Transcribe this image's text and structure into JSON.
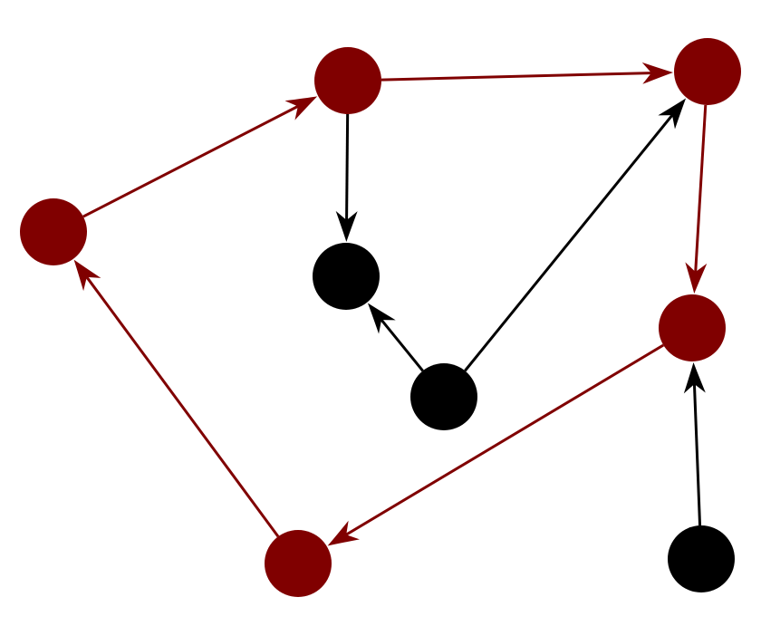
{
  "diagram": {
    "type": "directed-graph",
    "colors": {
      "red_node": "#800000",
      "black_node": "#000000",
      "red_edge": "#800000",
      "black_edge": "#000000",
      "background": "#ffffff"
    },
    "nodes": [
      {
        "id": "r_left",
        "color": "red"
      },
      {
        "id": "r_top",
        "color": "red"
      },
      {
        "id": "r_topright",
        "color": "red"
      },
      {
        "id": "r_right",
        "color": "red"
      },
      {
        "id": "r_bottom",
        "color": "red"
      },
      {
        "id": "b_center",
        "color": "black"
      },
      {
        "id": "b_middle",
        "color": "black"
      },
      {
        "id": "b_bottomright",
        "color": "black"
      }
    ],
    "edges": [
      {
        "from": "r_left",
        "to": "r_top",
        "color": "red"
      },
      {
        "from": "r_top",
        "to": "r_topright",
        "color": "red"
      },
      {
        "from": "r_topright",
        "to": "r_right",
        "color": "red"
      },
      {
        "from": "r_right",
        "to": "r_bottom",
        "color": "red"
      },
      {
        "from": "r_bottom",
        "to": "r_left",
        "color": "red"
      },
      {
        "from": "r_top",
        "to": "b_center",
        "color": "black"
      },
      {
        "from": "b_middle",
        "to": "b_center",
        "color": "black"
      },
      {
        "from": "b_middle",
        "to": "r_topright",
        "color": "black"
      },
      {
        "from": "b_bottomright",
        "to": "r_right",
        "color": "black"
      }
    ]
  }
}
